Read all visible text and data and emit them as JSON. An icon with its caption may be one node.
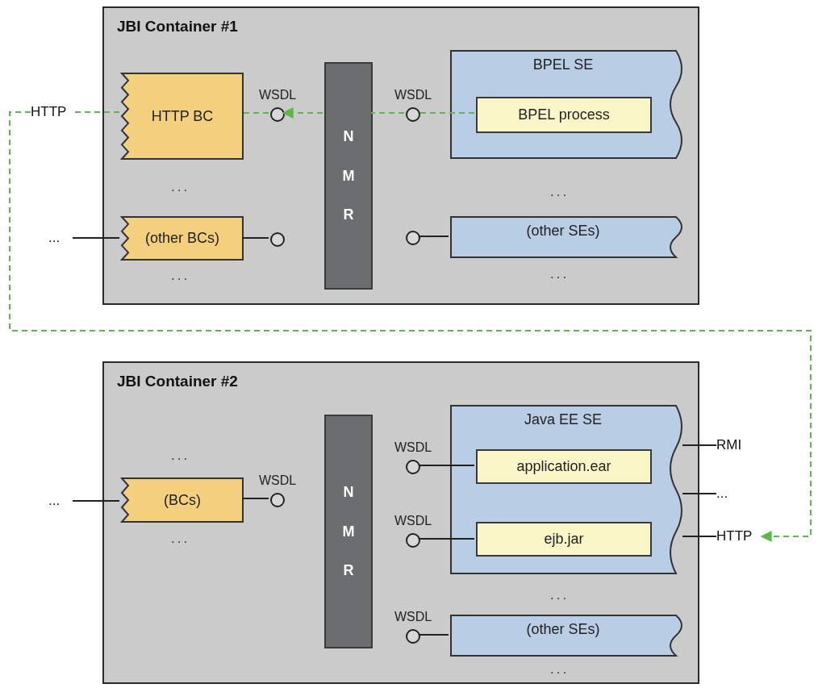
{
  "diagram": {
    "nodes": [
      {
        "text": [
          "JBI Container #1"
        ]
      },
      {
        "text": [
          "HTTP BC"
        ],
        "in": 0
      },
      {
        "text": [
          "N M R"
        ],
        "in": 0
      },
      {
        "text": [
          "BPEL SE"
        ],
        "in": 0
      },
      {
        "text": [
          "BPEL process"
        ],
        "in": 3
      },
      {
        "text": [
          "(other BCs)"
        ],
        "in": 0
      },
      {
        "text": [
          "(other SEs)"
        ],
        "in": 0
      },
      {
        "text": [],
        "shape": "circle",
        "in": 0,
        "beside": [
          "WSDL"
        ]
      },
      {
        "text": [],
        "shape": "circle",
        "in": 0,
        "beside": [
          "WSDL"
        ]
      },
      {
        "text": [],
        "shape": "circle",
        "in": 0
      },
      {
        "text": [],
        "shape": "circle",
        "in": 0
      },
      {
        "text": [
          "HTTP"
        ]
      },
      {
        "text": [
          "..."
        ]
      },
      {
        "text": [
          "JBI Container #2"
        ]
      },
      {
        "text": [
          "(BCs)"
        ],
        "in": 13
      },
      {
        "text": [
          "N M R"
        ],
        "in": 13
      },
      {
        "text": [
          "Java EE SE"
        ],
        "in": 13
      },
      {
        "text": [
          "application.ear"
        ],
        "in": 16
      },
      {
        "text": [
          "ejb.jar"
        ],
        "in": 16
      },
      {
        "text": [
          "(other SEs)"
        ],
        "in": 13
      },
      {
        "text": [],
        "shape": "circle",
        "in": 13,
        "beside": [
          "WSDL"
        ]
      },
      {
        "text": [],
        "shape": "circle",
        "in": 13,
        "beside": [
          "WSDL"
        ]
      },
      {
        "text": [],
        "shape": "circle",
        "in": 13,
        "beside": [
          "WSDL"
        ]
      },
      {
        "text": [],
        "shape": "circle",
        "in": 13,
        "beside": [
          "WSDL"
        ]
      },
      {
        "text": [
          "..."
        ]
      },
      {
        "text": [
          "RMI"
        ]
      },
      {
        "text": [
          "..."
        ]
      },
      {
        "text": [
          "HTTP"
        ]
      }
    ],
    "edges": [
      {
        "from": 4,
        "to": 8,
        "arrow": "none",
        "style": "dashed",
        "color": "#5cb84c"
      },
      {
        "from": 8,
        "to": 2,
        "arrow": "none",
        "style": "dashed",
        "color": "#5cb84c"
      },
      {
        "from": 2,
        "to": 7,
        "arrow": "to",
        "style": "dashed",
        "color": "#5cb84c"
      },
      {
        "from": 7,
        "to": 1,
        "arrow": "none",
        "style": "dashed",
        "color": "#5cb84c"
      },
      {
        "from": 1,
        "to": 11,
        "arrow": "none",
        "style": "dashed",
        "color": "#5cb84c"
      },
      {
        "from": 11,
        "to": 27,
        "arrow": "to",
        "style": "dashed",
        "color": "#5cb84c"
      },
      {
        "from": 12,
        "to": 5,
        "arrow": "none"
      },
      {
        "from": 5,
        "to": 9,
        "arrow": "none"
      },
      {
        "from": 10,
        "to": 6,
        "arrow": "none"
      },
      {
        "from": 24,
        "to": 14,
        "arrow": "none"
      },
      {
        "from": 14,
        "to": 20,
        "arrow": "none"
      },
      {
        "from": 21,
        "to": 17,
        "arrow": "none"
      },
      {
        "from": 22,
        "to": 18,
        "arrow": "none"
      },
      {
        "from": 23,
        "to": 19,
        "arrow": "none"
      },
      {
        "from": 16,
        "to": 25,
        "arrow": "none"
      },
      {
        "from": 16,
        "to": 26,
        "arrow": "none"
      },
      {
        "from": 16,
        "to": 27,
        "arrow": "none"
      }
    ],
    "labels": [
      "...",
      "...",
      "...",
      "...",
      "...",
      "...",
      "...",
      "..."
    ]
  }
}
